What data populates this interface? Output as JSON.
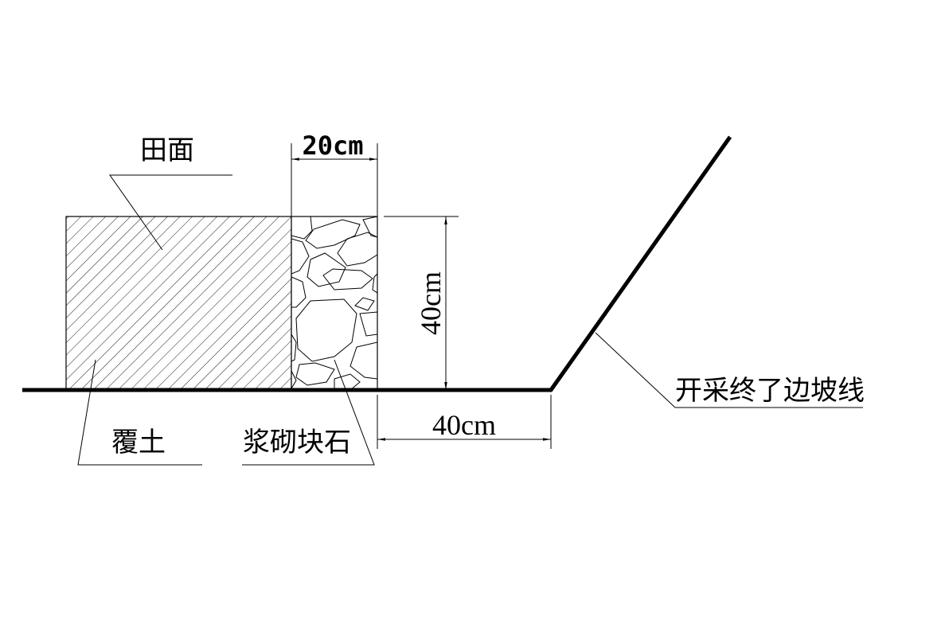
{
  "labels": {
    "field_surface": "田面",
    "soil_cover": "覆土",
    "masonry": "浆砌块石",
    "slope_line": "开采终了边坡线"
  },
  "dimensions": {
    "wall_width": "20cm",
    "wall_height": "40cm",
    "berm_width": "40cm"
  },
  "colors": {
    "line": "#000000",
    "background": "#ffffff"
  }
}
